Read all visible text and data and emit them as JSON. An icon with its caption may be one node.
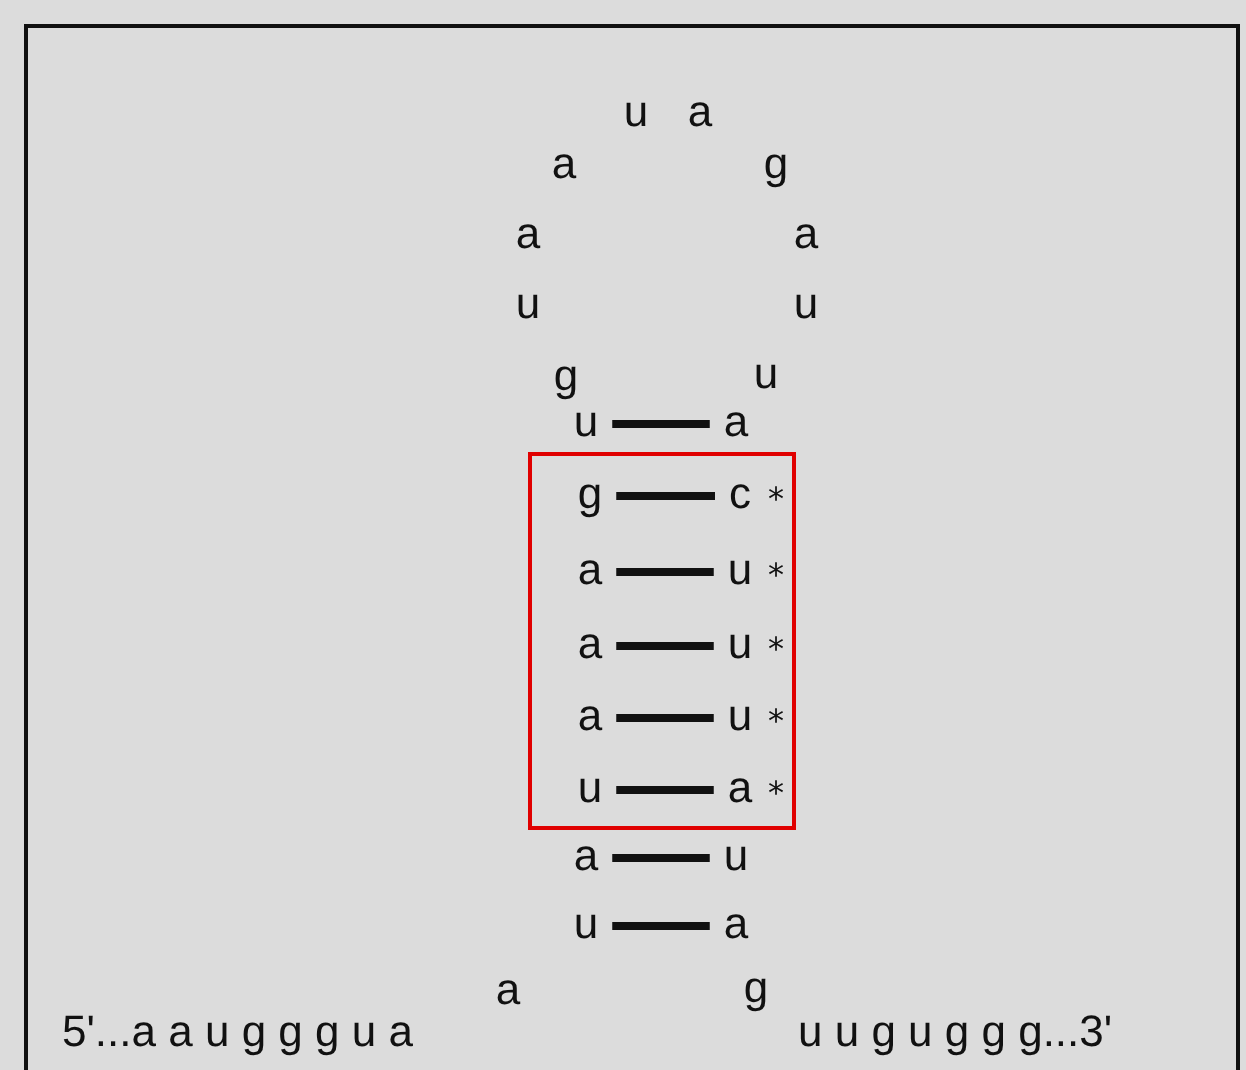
{
  "diagram": {
    "nodes": [
      {
        "text": [],
        "shape": "box"
      },
      {
        "text": [
          "u"
        ]
      },
      {
        "text": [
          "a"
        ]
      },
      {
        "text": [
          "g"
        ],
        "in": 0
      },
      {
        "text": [
          "c"
        ],
        "in": 0,
        "beside": [
          "*"
        ]
      },
      {
        "text": [
          "a"
        ],
        "in": 0
      },
      {
        "text": [
          "u"
        ],
        "in": 0,
        "beside": [
          "*"
        ]
      },
      {
        "text": [
          "a"
        ],
        "in": 0
      },
      {
        "text": [
          "u"
        ],
        "in": 0,
        "beside": [
          "*"
        ]
      },
      {
        "text": [
          "a"
        ],
        "in": 0
      },
      {
        "text": [
          "u"
        ],
        "in": 0,
        "beside": [
          "*"
        ]
      },
      {
        "text": [
          "u"
        ],
        "in": 0
      },
      {
        "text": [
          "a"
        ],
        "in": 0,
        "beside": [
          "*"
        ]
      },
      {
        "text": [
          "a"
        ]
      },
      {
        "text": [
          "u"
        ]
      },
      {
        "text": [
          "u"
        ]
      },
      {
        "text": [
          "a"
        ]
      }
    ],
    "edges": [
      {
        "from": 1,
        "to": 2,
        "arrow": "none"
      },
      {
        "from": 3,
        "to": 4,
        "arrow": "none"
      },
      {
        "from": 5,
        "to": 6,
        "arrow": "none"
      },
      {
        "from": 7,
        "to": 8,
        "arrow": "none"
      },
      {
        "from": 9,
        "to": 10,
        "arrow": "none"
      },
      {
        "from": 11,
        "to": 12,
        "arrow": "none"
      },
      {
        "from": 13,
        "to": 14,
        "arrow": "none"
      },
      {
        "from": 15,
        "to": 16,
        "arrow": "none"
      }
    ],
    "labels": [
      "u",
      "a",
      "a",
      "g",
      "a",
      "a",
      "u",
      "u",
      "g",
      "u",
      "5'...a a u g g g u a",
      "a",
      "g",
      "u u g u g g g...3'"
    ]
  }
}
